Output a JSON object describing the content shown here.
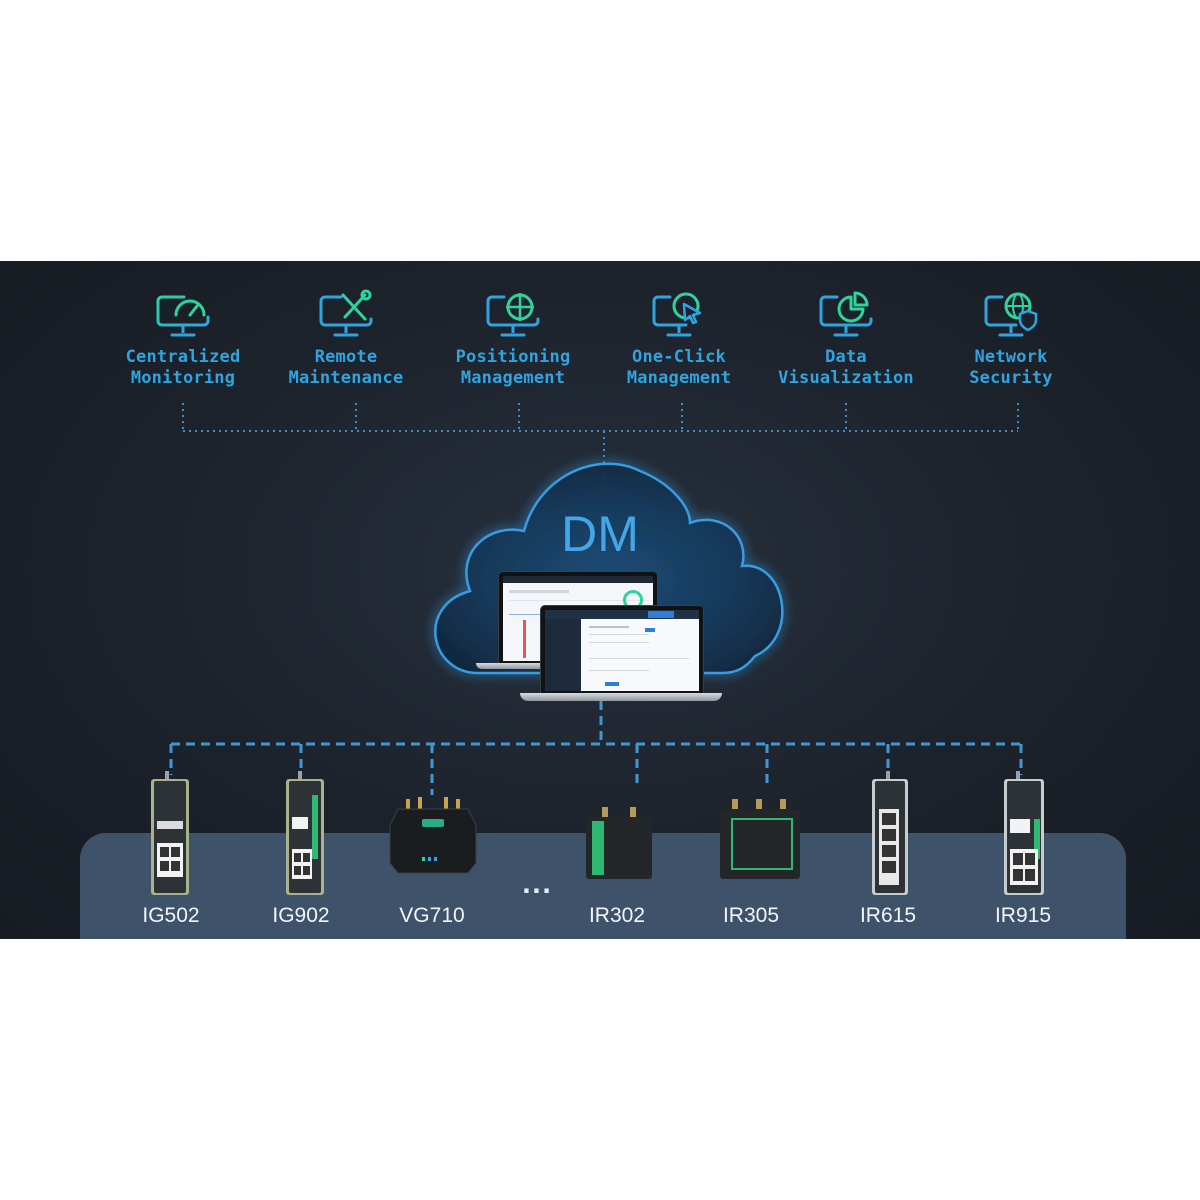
{
  "features": [
    {
      "id": "centralized-monitoring",
      "icon": "speedometer-monitor-icon",
      "line1": "Centralized",
      "line2": "Monitoring"
    },
    {
      "id": "remote-maintenance",
      "icon": "wrench-screwdriver-monitor-icon",
      "line1": "Remote",
      "line2": "Maintenance"
    },
    {
      "id": "positioning-management",
      "icon": "crosshair-globe-monitor-icon",
      "line1": "Positioning",
      "line2": "Management"
    },
    {
      "id": "one-click-management",
      "icon": "cursor-click-monitor-icon",
      "line1": "One-Click",
      "line2": "Management"
    },
    {
      "id": "data-visualization",
      "icon": "pie-chart-monitor-icon",
      "line1": "Data",
      "line2": "Visualization"
    },
    {
      "id": "network-security",
      "icon": "globe-shield-monitor-icon",
      "line1": "Network",
      "line2": "Security"
    }
  ],
  "hub": {
    "title": "DM",
    "icon": "cloud-icon"
  },
  "devices": [
    {
      "label": "IG502",
      "icon": "din-rail-gateway-icon"
    },
    {
      "label": "IG902",
      "icon": "din-rail-edge-gateway-icon"
    },
    {
      "label": "VG710",
      "icon": "vehicle-router-icon"
    },
    {
      "label": "IR302",
      "icon": "compact-router-icon"
    },
    {
      "label": "IR305",
      "icon": "compact-router-icon"
    },
    {
      "label": "IR615",
      "icon": "din-rail-router-icon"
    },
    {
      "label": "IR915",
      "icon": "din-rail-router-icon"
    }
  ],
  "ellipsis": "...",
  "colors": {
    "accent_blue": "#2fa4e0",
    "accent_green": "#2fd39c",
    "panel": "#1c222b",
    "shelf": "#3e5369"
  }
}
